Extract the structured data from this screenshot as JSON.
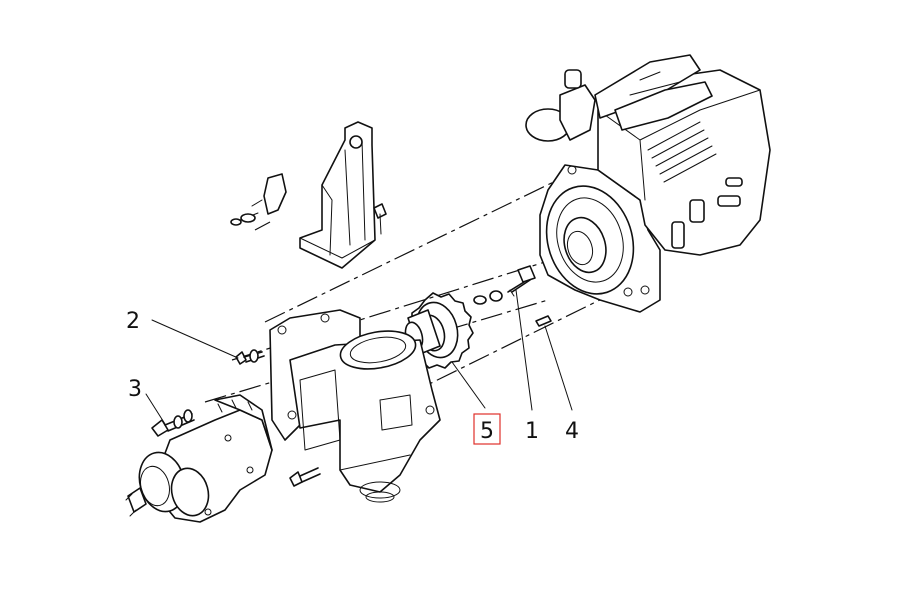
{
  "diagram": {
    "callouts": [
      {
        "id": "c1",
        "label": "1",
        "highlight": false
      },
      {
        "id": "c2",
        "label": "2",
        "highlight": false
      },
      {
        "id": "c3",
        "label": "3",
        "highlight": false
      },
      {
        "id": "c4",
        "label": "4",
        "highlight": false
      },
      {
        "id": "c5",
        "label": "5",
        "highlight": true
      }
    ],
    "highlight_color": "#e0302a",
    "line_color": "#111111"
  }
}
